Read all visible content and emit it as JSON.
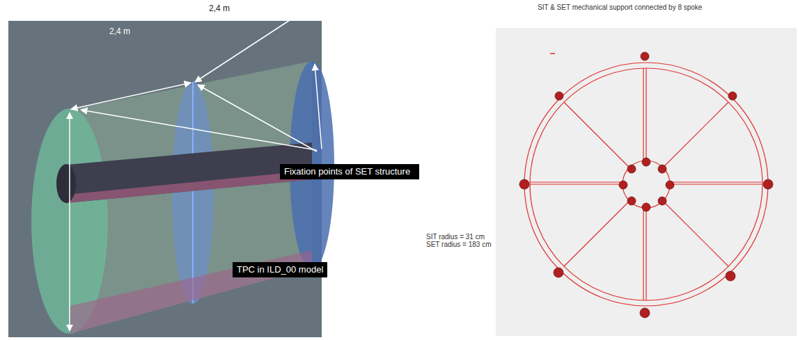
{
  "diagram": {
    "nodes": [
      {
        "text": [
          "Fixation points of SET structure"
        ]
      },
      {
        "text": [
          "TPC in ILD_00 model"
        ]
      }
    ],
    "labels": [
      "2,4 m",
      "2,4 m",
      "SIT & SET mechanical support connected by 8 spoke",
      "SIT radius = 31 cm",
      "SET radius = 183 cm"
    ]
  }
}
